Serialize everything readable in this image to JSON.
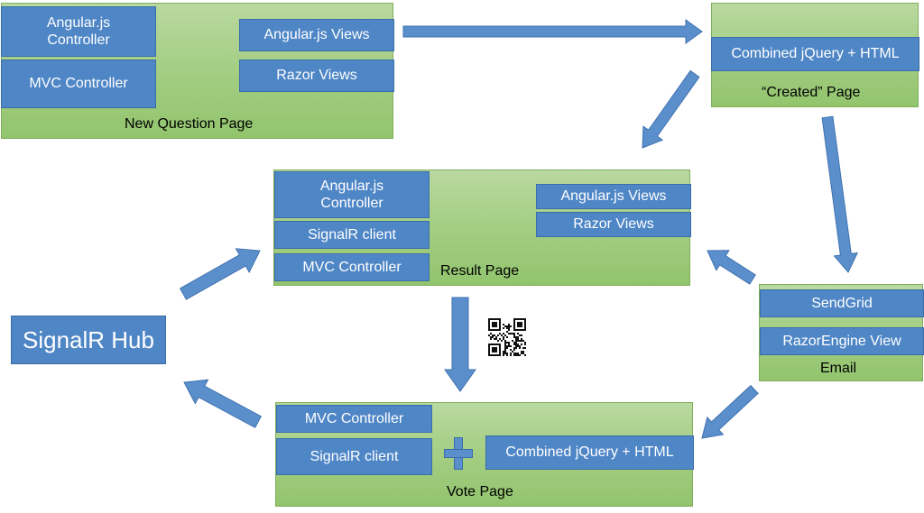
{
  "colors": {
    "box": "#4f86c6",
    "group": "#a6cf86",
    "arrow": "#5b8fcc",
    "text_on_box": "#ffffff",
    "label": "#000000"
  },
  "new_question_page": {
    "label": "New Question Page",
    "angular_controller": "Angular.js\nController",
    "mvc_controller": "MVC Controller",
    "angular_views": "Angular.js Views",
    "razor_views": "Razor Views"
  },
  "created_page": {
    "label": "“Created” Page",
    "combined": "Combined jQuery + HTML"
  },
  "result_page": {
    "label": "Result Page",
    "angular_controller": "Angular.js\nController",
    "signalr_client": "SignalR client",
    "mvc_controller": "MVC Controller",
    "angular_views": "Angular.js Views",
    "razor_views": "Razor Views"
  },
  "email": {
    "label": "Email",
    "sendgrid": "SendGrid",
    "razorengine_view": "RazorEngine View"
  },
  "vote_page": {
    "label": "Vote Page",
    "mvc_controller": "MVC Controller",
    "signalr_client": "SignalR client",
    "combined": "Combined jQuery + HTML"
  },
  "hub": {
    "label": "SignalR Hub"
  },
  "qr_code_icon": "qr-code-icon",
  "plus_icon": "plus-icon"
}
